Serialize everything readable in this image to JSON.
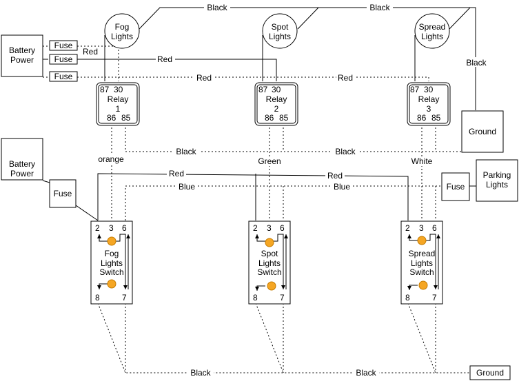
{
  "colors": {
    "line": "#000000",
    "background": "#ffffff",
    "lamp": "#f5a623"
  },
  "sources": {
    "battery_top": [
      "Battery",
      "Power"
    ],
    "battery_bottom": [
      "Battery",
      "Power"
    ]
  },
  "fuses": {
    "relay_feed": [
      "Fuse",
      "Fuse",
      "Fuse"
    ],
    "switch_feed": "Fuse",
    "parking": "Fuse"
  },
  "lights": [
    {
      "lines": [
        "Fog",
        "Lights"
      ]
    },
    {
      "lines": [
        "Spot",
        "Lights"
      ]
    },
    {
      "lines": [
        "Spread",
        "Lights"
      ]
    }
  ],
  "parking_lights": [
    "Parking",
    "Lights"
  ],
  "relays": [
    {
      "pins_top": [
        "87",
        "30"
      ],
      "name": "Relay",
      "number": "1",
      "pins_bottom": [
        "86",
        "85"
      ]
    },
    {
      "pins_top": [
        "87",
        "30"
      ],
      "name": "Relay",
      "number": "2",
      "pins_bottom": [
        "86",
        "85"
      ]
    },
    {
      "pins_top": [
        "87",
        "30"
      ],
      "name": "Relay",
      "number": "3",
      "pins_bottom": [
        "86",
        "85"
      ]
    }
  ],
  "switches": [
    {
      "pins_top": [
        "2",
        "3",
        "6"
      ],
      "lines": [
        "Fog",
        "Lights",
        "Switch"
      ],
      "pins_bottom": [
        "8",
        "7"
      ]
    },
    {
      "pins_top": [
        "2",
        "3",
        "6"
      ],
      "lines": [
        "Spot",
        "Lights",
        "Switch"
      ],
      "pins_bottom": [
        "8",
        "7"
      ]
    },
    {
      "pins_top": [
        "2",
        "3",
        "6"
      ],
      "lines": [
        "Spread",
        "Lights",
        "Switch"
      ],
      "pins_bottom": [
        "8",
        "7"
      ]
    }
  ],
  "grounds": {
    "top": "Ground",
    "bottom": "Ground"
  },
  "wire_labels": {
    "black_top_1": "Black",
    "black_top_2": "Black",
    "black_right": "Black",
    "red_1": "Red",
    "red_2": "Red",
    "red_3": "Red",
    "red_4": "Red",
    "black_mid_1": "Black",
    "black_mid_2": "Black",
    "orange": "orange",
    "green": "Green",
    "white": "White",
    "red_5": "Red",
    "red_6": "Red",
    "blue_1": "Blue",
    "blue_2": "Blue",
    "black_bottom_1": "Black",
    "black_bottom_2": "Black"
  }
}
